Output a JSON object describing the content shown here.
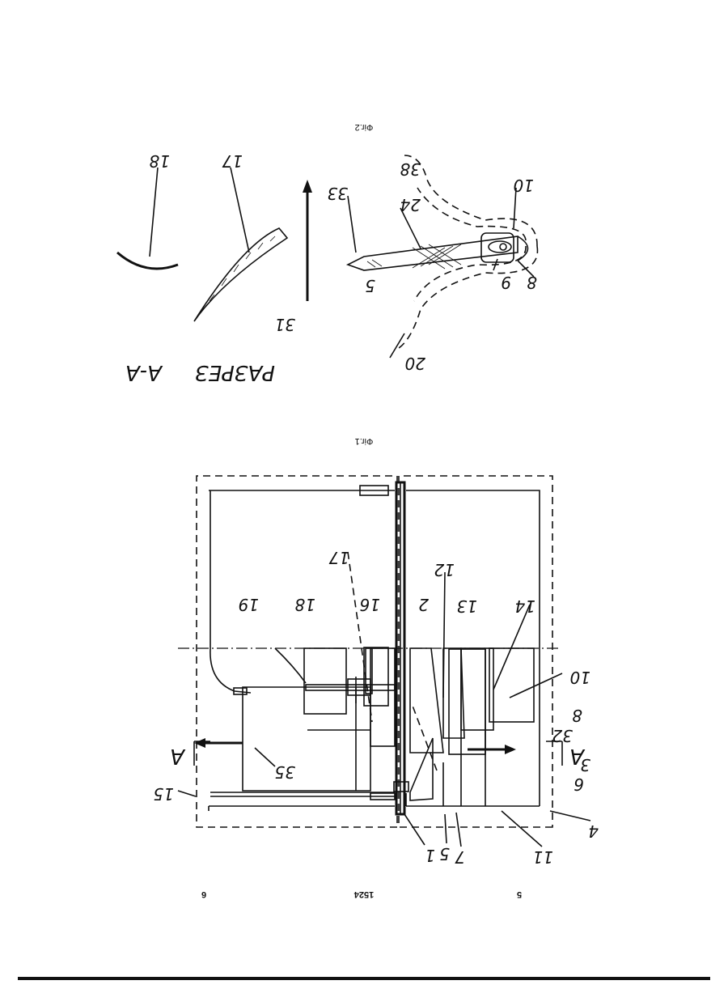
{
  "page_numbers": {
    "left": "6",
    "center": "1524",
    "right": "5"
  },
  "figure_captions": {
    "fig1": "Фіг.1",
    "fig2": "Фіг.2"
  },
  "section_label": {
    "word": "РАЗРЕЗ",
    "name": "А-А"
  },
  "section_markers": {
    "left": "A",
    "right": "A"
  },
  "fig1_callouts": [
    "1",
    "2",
    "3",
    "4",
    "5",
    "6",
    "7",
    "8",
    "10",
    "11",
    "12",
    "13",
    "14",
    "15",
    "16",
    "17",
    "18",
    "19",
    "32",
    "35"
  ],
  "fig2_callouts": [
    "5",
    "8",
    "9",
    "10",
    "17",
    "18",
    "20",
    "24",
    "31",
    "33",
    "38"
  ],
  "labels": {
    "n1": "1",
    "n2": "2",
    "n3": "3",
    "n4": "4",
    "n5": "5",
    "n6": "6",
    "n7": "7",
    "n8": "8",
    "n9": "9",
    "n10": "10",
    "n11": "11",
    "n12": "12",
    "n13": "13",
    "n14": "14",
    "n15": "15",
    "n16": "16",
    "n17": "17",
    "n18": "18",
    "n19": "19",
    "n20": "20",
    "n24": "24",
    "n31": "31",
    "n32": "32",
    "n33": "33",
    "n35": "35",
    "n38": "38"
  }
}
